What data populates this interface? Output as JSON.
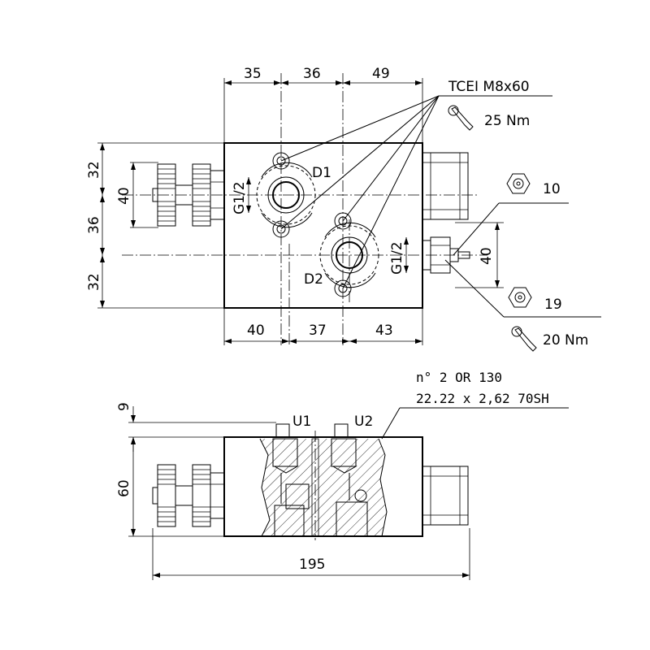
{
  "top_view": {
    "dims_top": [
      "35",
      "36",
      "49"
    ],
    "dims_bottom": [
      "40",
      "37",
      "43"
    ],
    "dims_left": [
      "32",
      "36",
      "32"
    ],
    "dim_knob": "40",
    "dim_right": "40",
    "port_d1": "D1",
    "port_d2": "D2",
    "thread_1": "G1/2",
    "thread_2": "G1/2",
    "bolts": "TCEI M8x60",
    "torque_bolts": "25 Nm",
    "nut_small": "10",
    "nut_large": "19",
    "torque_plug": "20 Nm"
  },
  "side_view": {
    "oring_line1": "n° 2 OR 130",
    "oring_line2": "22.22 x 2,62 70SH",
    "port_u1": "U1",
    "port_u2": "U2",
    "dim_height": "60",
    "dim_offset": "9",
    "dim_length": "195"
  }
}
